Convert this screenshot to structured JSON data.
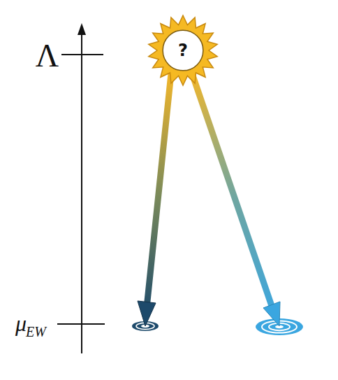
{
  "diagram": {
    "nodes": [
      {
        "text": [
          "?"
        ]
      }
    ],
    "labels": [
      "Λ",
      "μ",
      "EW"
    ]
  }
}
